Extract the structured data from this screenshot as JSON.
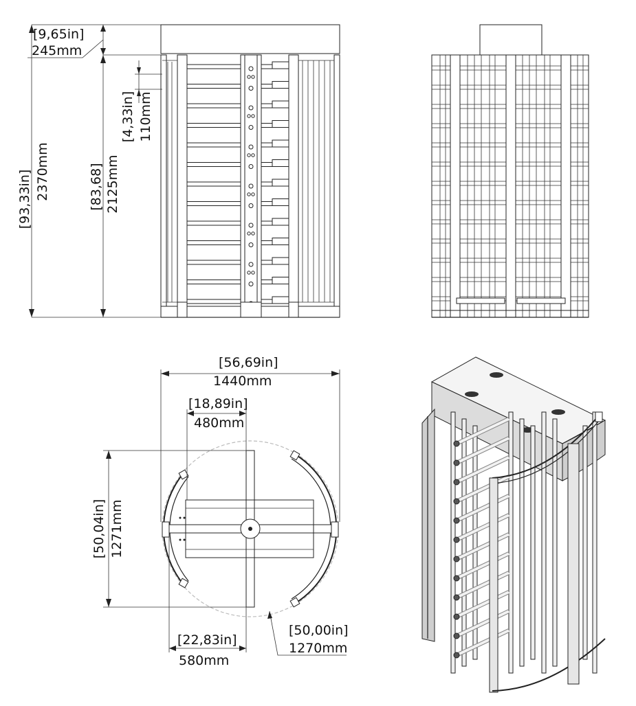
{
  "diagram": {
    "views": [
      "side-view",
      "front-view",
      "top-view",
      "isometric-view"
    ]
  },
  "dimensions": {
    "cap_height": {
      "in": "[9,65in]",
      "mm": "245mm"
    },
    "total_height": {
      "in": "[93,33in]",
      "mm": "2370mm"
    },
    "body_height": {
      "in": "[83,68]",
      "mm": "2125mm"
    },
    "bar_spacing": {
      "in": "[4,33in]",
      "mm": "110mm"
    },
    "total_width": {
      "in": "[56,69in]",
      "mm": "1440mm"
    },
    "rotor_half_width": {
      "in": "[18,89in]",
      "mm": "480mm"
    },
    "depth": {
      "in": "[50,04in]",
      "mm": "1271mm"
    },
    "side_offset": {
      "in": "[22,83in]",
      "mm": "580mm"
    },
    "diameter": {
      "in": "[50,00in]",
      "mm": "1270mm"
    }
  }
}
